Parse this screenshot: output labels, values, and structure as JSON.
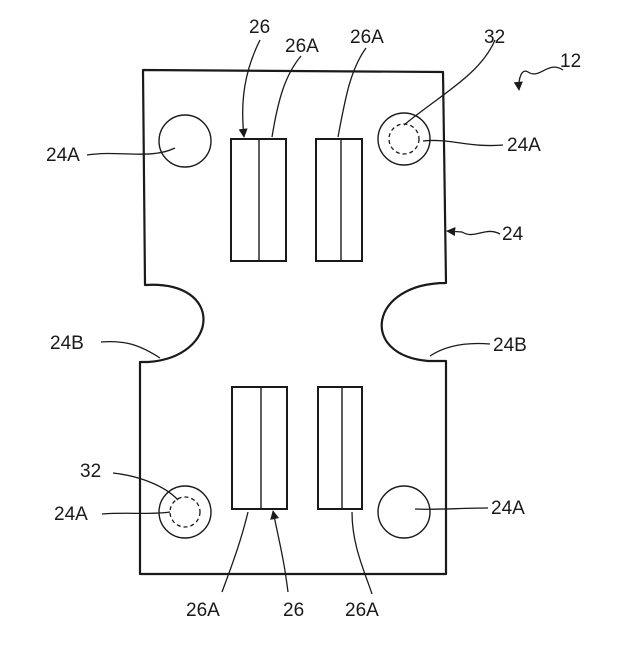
{
  "figure": {
    "labels": {
      "device": "12",
      "plate": "24",
      "hole_tl": "24A",
      "hole_tr": "24A",
      "hole_bl": "24A",
      "hole_br": "24A",
      "notch_left": "24B",
      "notch_right": "24B",
      "strip_top": "26",
      "strip_top_a_left": "26A",
      "strip_top_a_right": "26A",
      "strip_bottom": "26",
      "strip_bottom_a_left": "26A",
      "strip_bottom_a_right": "26A",
      "pin_top": "32",
      "pin_bottom": "32"
    }
  }
}
